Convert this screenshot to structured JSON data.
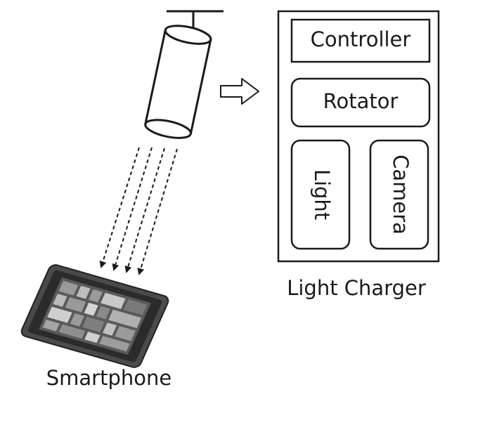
{
  "light_charger": {
    "title": "Light Charger",
    "components": {
      "controller": "Controller",
      "rotator": "Rotator",
      "light": "Light",
      "camera": "Camera"
    }
  },
  "smartphone": {
    "label": "Smartphone"
  },
  "icons": {
    "lamp": "ceiling-lamp-icon",
    "arrow": "right-arrow-icon",
    "phone": "smartphone-icon"
  }
}
